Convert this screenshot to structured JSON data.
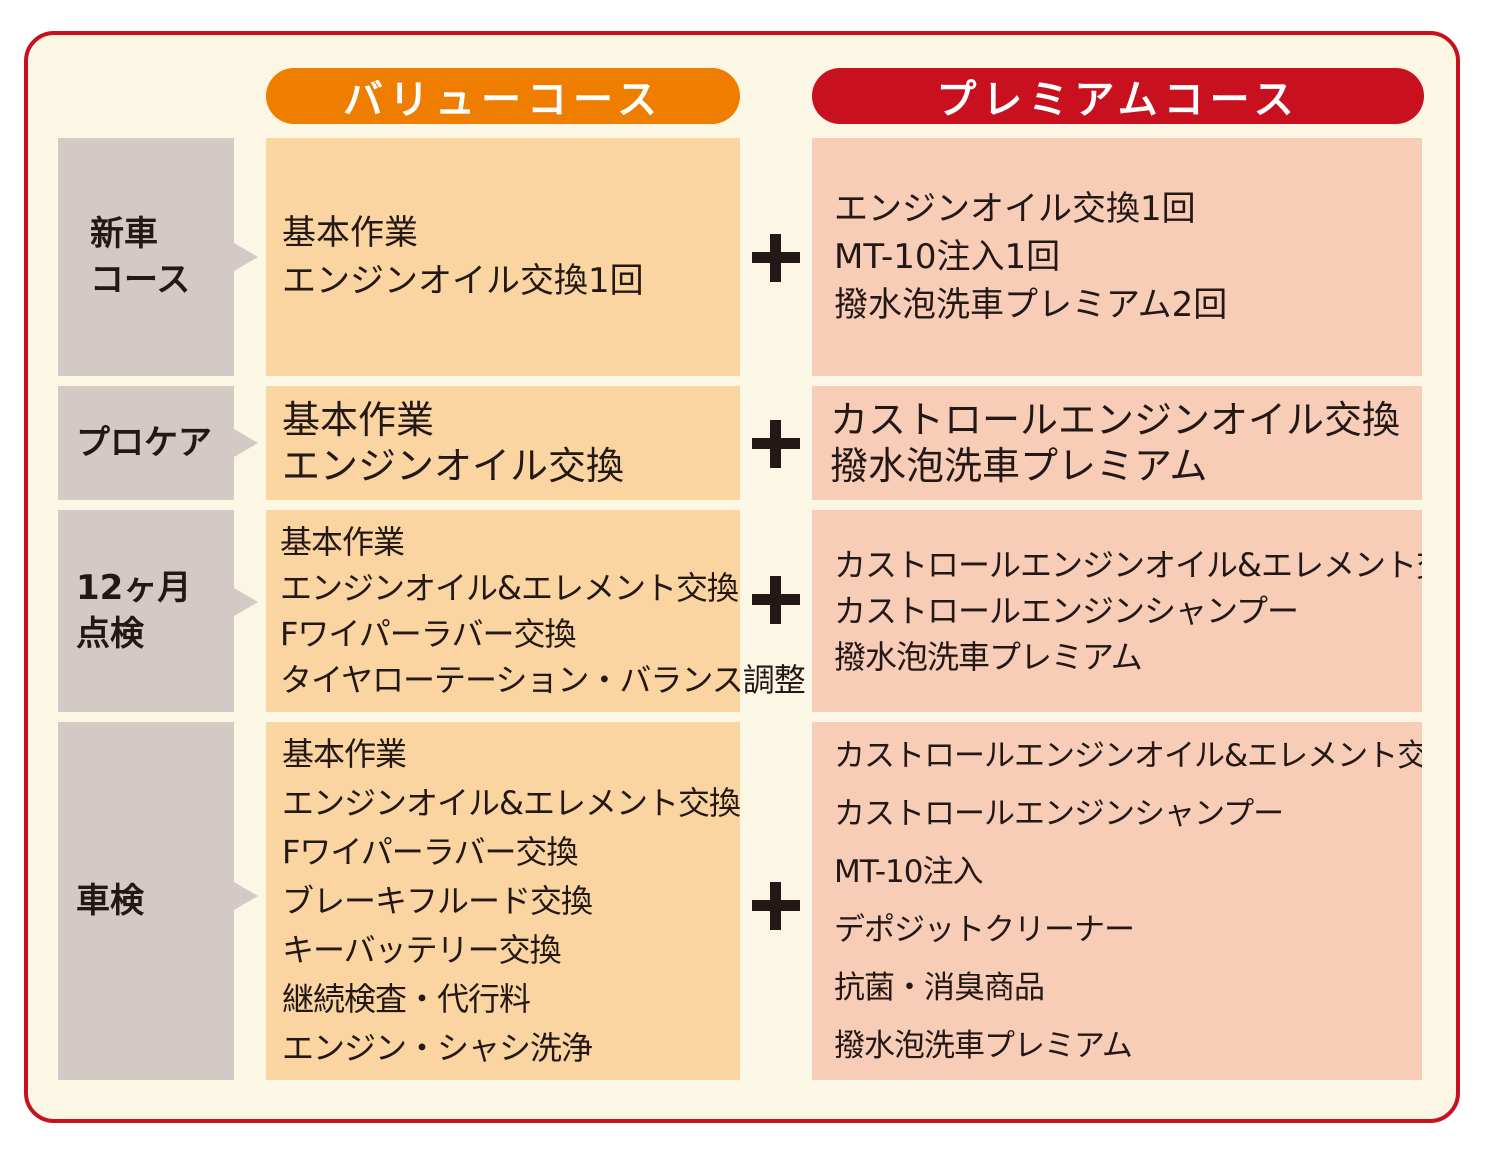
{
  "courses": {
    "value": "バリューコース",
    "premium": "プレミアムコース"
  },
  "rows": [
    {
      "label": [
        "新車",
        "コース"
      ],
      "value": [
        "基本作業",
        "エンジンオイル交換1回"
      ],
      "premium": [
        "エンジンオイル交換1回",
        "MT-10注入1回",
        "撥水泡洗車プレミアム2回"
      ]
    },
    {
      "label": [
        "プロケア"
      ],
      "value": [
        "基本作業",
        "エンジンオイル交換"
      ],
      "premium": [
        "カストロールエンジンオイル交換",
        "撥水泡洗車プレミアム"
      ]
    },
    {
      "label": [
        "12ヶ月",
        "点検"
      ],
      "value": [
        "基本作業",
        "エンジンオイル&エレメント交換",
        "Fワイパーラバー交換",
        "タイヤローテーション・バランス調整"
      ],
      "premium": [
        "カストロールエンジンオイル&エレメント交換",
        "カストロールエンジンシャンプー",
        "撥水泡洗車プレミアム"
      ]
    },
    {
      "label": [
        "車検"
      ],
      "value": [
        "基本作業",
        "エンジンオイル&エレメント交換",
        "Fワイパーラバー交換",
        "ブレーキフルード交換",
        "キーバッテリー交換",
        "継続検査・代行料",
        "エンジン・シャシ洗浄"
      ],
      "premium": [
        "カストロールエンジンオイル&エレメント交換",
        "カストロールエンジンシャンプー",
        "MT-10注入",
        "デポジットクリーナー",
        "抗菌・消臭商品",
        "撥水泡洗車プレミアム"
      ]
    }
  ],
  "colors": {
    "frame_border": "#c8101f",
    "frame_background": "#fcf6e4",
    "value_header": "#ee7d00",
    "premium_header": "#c8101f",
    "label_cell": "#d4cac5",
    "value_cell": "#fad5a1",
    "premium_cell": "#f8cdb8"
  },
  "icons": {
    "arrow": "triangle-right-icon",
    "plus": "plus-icon"
  }
}
